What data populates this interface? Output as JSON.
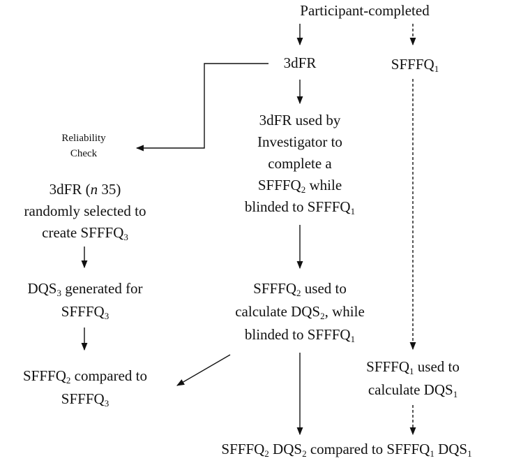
{
  "diagram": {
    "nodes": {
      "participant": {
        "label": "Participant-completed"
      },
      "three_dfr": {
        "label": "3dFR"
      },
      "sfffq1": {
        "base": "SFFFQ",
        "sub": "1"
      },
      "reliability": {
        "line1": "Reliability",
        "line2": "Check"
      },
      "investigator": {
        "line1": "3dFR used by",
        "line2": "Investigator to",
        "line3": "complete a",
        "line4_base": "SFFFQ",
        "line4_sub": "2",
        "line4_rest": " while",
        "line5_pre": "blinded to SFFFQ",
        "line5_sub": "1"
      },
      "random_select": {
        "line1_pre": "3dFR (",
        "line1_n": "n",
        "line1_post": " 35)",
        "line2": "randomly selected to",
        "line3_pre": "create SFFFQ",
        "line3_sub": "3"
      },
      "dqs3": {
        "line1_pre": "DQS",
        "line1_sub": "3",
        "line1_post": " generated for",
        "line2_pre": "SFFFQ",
        "line2_sub": "3"
      },
      "dqs2": {
        "line1_pre": "SFFFQ",
        "line1_sub": "2",
        "line1_post": " used to",
        "line2_pre": "calculate DQS",
        "line2_sub": "2",
        "line2_post": ", while",
        "line3_pre": "blinded to SFFFQ",
        "line3_sub": "1"
      },
      "compare23": {
        "line1_pre": "SFFFQ",
        "line1_sub": "2",
        "line1_post": " compared to",
        "line2_pre": "SFFFQ",
        "line2_sub": "3"
      },
      "dqs1": {
        "line1_pre": "SFFFQ",
        "line1_sub": "1",
        "line1_post": " used to",
        "line2_pre": "calculate DQS",
        "line2_sub": "1"
      },
      "final": {
        "p1": "SFFFQ",
        "s1": "2",
        "p2": " DQS",
        "s2": "2",
        "p3": " compared to SFFFQ",
        "s3": "1",
        "p4": " DQS",
        "s4": "1"
      }
    }
  }
}
